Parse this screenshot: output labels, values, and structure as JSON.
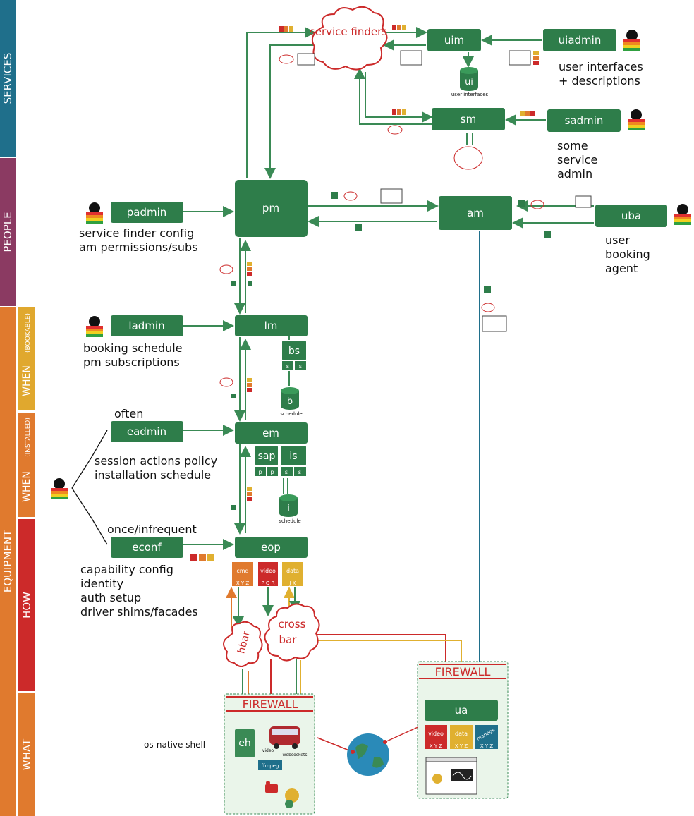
{
  "bands": [
    {
      "id": "services",
      "label": "SERVICES",
      "color": "#1f6f8b"
    },
    {
      "id": "people",
      "label": "PEOPLE",
      "color": "#8b3a62"
    },
    {
      "id": "equipment",
      "label": "EQUIPMENT",
      "color": "#e07a2e"
    },
    {
      "id": "when_bookable",
      "label": "WHEN",
      "sub": "(BOOKABLE)",
      "color": "#e0a82e"
    },
    {
      "id": "when_installed",
      "label": "WHEN",
      "sub": "(INSTALLED)",
      "color": "#e07a2e"
    },
    {
      "id": "how",
      "label": "HOW",
      "color": "#cc2a2a"
    },
    {
      "id": "what",
      "label": "WHAT",
      "color": "#e07a2e"
    }
  ],
  "boxes": {
    "service_finders": "service finders",
    "uim": "uim",
    "uiadmin": "uiadmin",
    "sm": "sm",
    "sadmin": "sadmin",
    "pm": "pm",
    "am": "am",
    "uba": "uba",
    "padmin": "padmin",
    "lm": "lm",
    "bs": "bs",
    "ladmin": "ladmin",
    "em": "em",
    "sap": "sap",
    "is": "is",
    "eadmin": "eadmin",
    "eop": "eop",
    "econf": "econf",
    "ua": "ua",
    "eh": "eh",
    "hbar": "hbar",
    "crossbar_1": "cross",
    "crossbar_2": "bar",
    "ffmpeg": "ffmpeg"
  },
  "stores": {
    "ui": "ui",
    "ui_caption": "user interfaces",
    "b": "b",
    "b_caption": "schedule",
    "i": "i",
    "i_caption": "schedule"
  },
  "sub_slots": {
    "s": "s",
    "p": "p"
  },
  "streams": {
    "cmd": "cmd",
    "cmd_sub": "X Y Z",
    "video": "video",
    "video_sub": "P Q R",
    "data": "data",
    "data_sub": "J K",
    "ua_video": "video",
    "ua_data": "data",
    "ua_manage": "manage",
    "ua_xyz": "X Y Z"
  },
  "firewall": "FIREWALL",
  "labels": {
    "uiadmin_desc_1": "user interfaces",
    "uiadmin_desc_2": "+ descriptions",
    "sadmin_desc_1": "some",
    "sadmin_desc_2": "service",
    "sadmin_desc_3": "admin",
    "uba_desc_1": "user",
    "uba_desc_2": "booking",
    "uba_desc_3": "agent",
    "padmin_desc_1": "service finder config",
    "padmin_desc_2": "am permissions/subs",
    "ladmin_desc_1": "booking schedule",
    "ladmin_desc_2": "pm subscriptions",
    "often": "often",
    "eadmin_desc_1": "session actions policy",
    "eadmin_desc_2": "installation schedule",
    "once": "once/infrequent",
    "econf_desc_1": "capability config",
    "econf_desc_2": "identity",
    "econf_desc_3": "auth setup",
    "econf_desc_4": "driver shims/facades",
    "os_native": "os-native shell",
    "video_small": "video",
    "websockets": "websockets"
  },
  "colors": {
    "green": "#2e7d4a",
    "green_line": "#3a8a55",
    "blue_line": "#1f6f8b",
    "red": "#cc2a2a",
    "orange": "#e07a2e",
    "yellow": "#e0b030",
    "firewall_bg": "#eaf5ea"
  }
}
